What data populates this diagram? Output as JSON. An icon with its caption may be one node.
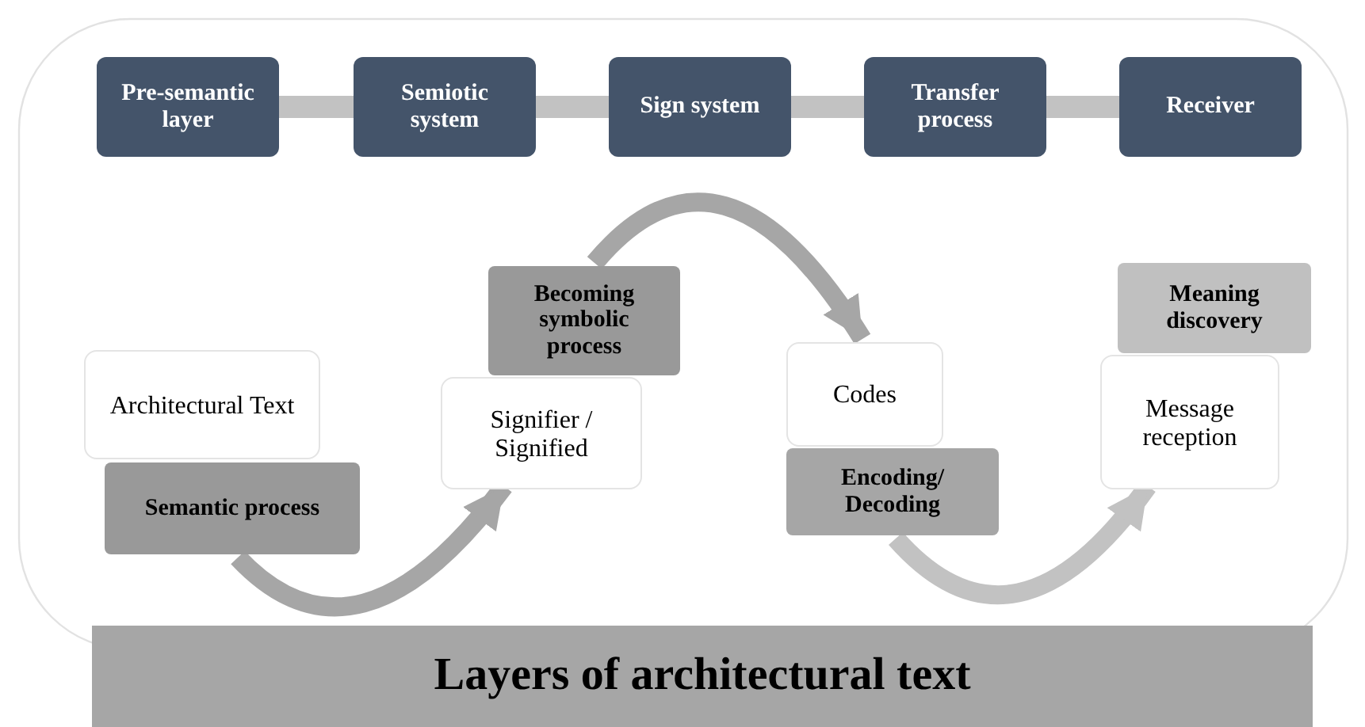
{
  "diagram": {
    "nodes": [
      {
        "text": [
          "Pre-semantic layer"
        ]
      },
      {
        "text": [
          "Semiotic system"
        ]
      },
      {
        "text": [
          "Sign system"
        ]
      },
      {
        "text": [
          "Transfer process"
        ]
      },
      {
        "text": [
          "Receiver"
        ]
      },
      {
        "text": [
          "Architectural Text"
        ]
      },
      {
        "text": [
          "Semantic process"
        ]
      },
      {
        "text": [
          "Signifier / Signified"
        ]
      },
      {
        "text": [
          "Becoming symbolic process"
        ]
      },
      {
        "text": [
          "Codes"
        ]
      },
      {
        "text": [
          "Encoding/ Decoding"
        ]
      },
      {
        "text": [
          "Message reception"
        ]
      },
      {
        "text": [
          "Meaning discovery"
        ]
      },
      {
        "text": [
          "Layers of architectural text"
        ]
      }
    ],
    "edges": [
      {
        "from": 0,
        "to": 1,
        "arrow": "to"
      },
      {
        "from": 1,
        "to": 2,
        "arrow": "to"
      },
      {
        "from": 2,
        "to": 3,
        "arrow": "to"
      },
      {
        "from": 3,
        "to": 4,
        "arrow": "to"
      },
      {
        "from": 6,
        "to": 7,
        "arrow": "to",
        "color": "#a6a6a6"
      },
      {
        "from": 8,
        "to": 9,
        "arrow": "to",
        "color": "#a6a6a6"
      },
      {
        "from": 10,
        "to": 11,
        "arrow": "to"
      }
    ]
  }
}
